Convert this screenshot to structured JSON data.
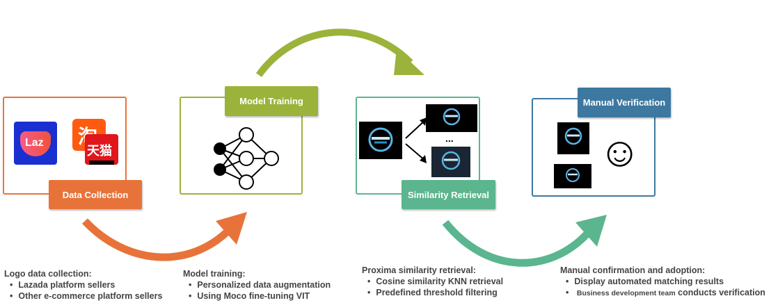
{
  "colors": {
    "orange": "#e8733a",
    "green": "#9bb33a",
    "teal": "#5bb58e",
    "blue": "#3d78a0"
  },
  "stages": [
    {
      "label": "Data Collection"
    },
    {
      "label": "Model Training"
    },
    {
      "label": "Similarity Retrieval"
    },
    {
      "label": "Manual Verification"
    }
  ],
  "data_collection": {
    "lazada_logo_text": "Laz",
    "tmall_logo_text": "天猫"
  },
  "retrieval": {
    "ellipsis": "..."
  },
  "verification": {
    "smiley": "☺"
  },
  "descriptions": [
    {
      "title": "Logo data collection:",
      "items": [
        "Lazada platform sellers",
        "Other e-commerce platform sellers"
      ]
    },
    {
      "title": "Model training:",
      "items": [
        "Personalized data augmentation",
        "Using Moco fine-tuning VIT"
      ]
    },
    {
      "title": "Proxima similarity retrieval:",
      "items": [
        "Cosine similarity KNN retrieval",
        "Predefined threshold filtering"
      ]
    },
    {
      "title": "Manual confirmation and adoption:",
      "items": [
        "Display automated matching results"
      ],
      "last_item_small": "Business development team",
      "last_item_large": "conducts verification"
    }
  ]
}
